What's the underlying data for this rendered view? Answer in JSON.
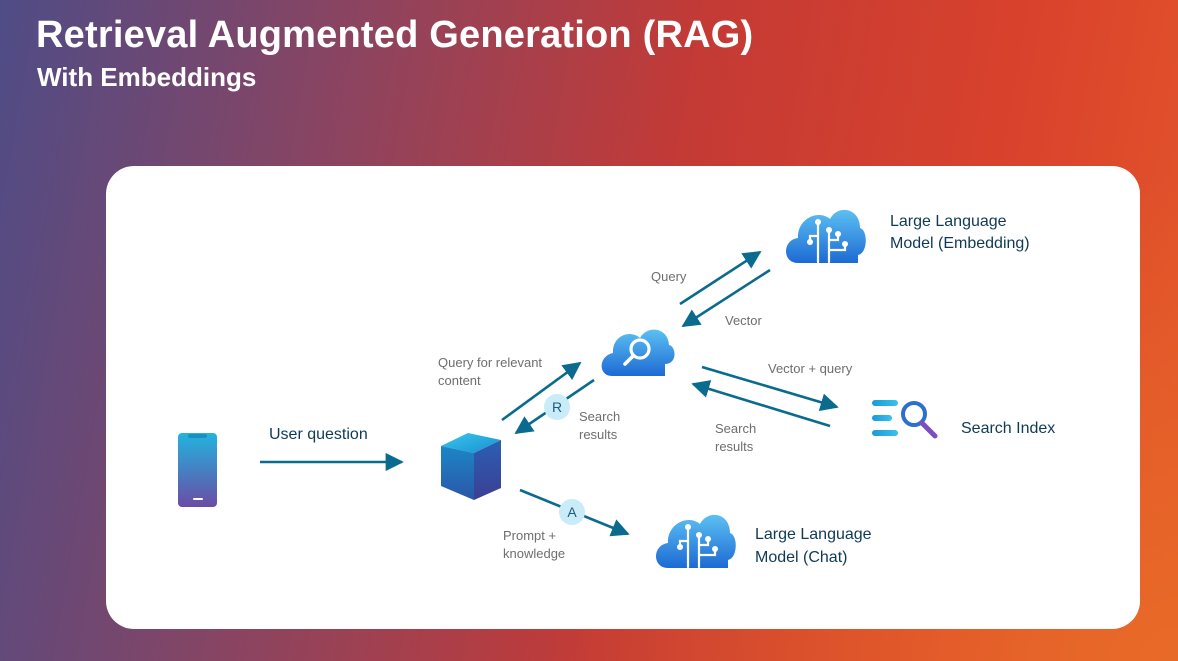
{
  "header": {
    "title": "Retrieval Augmented Generation (RAG)",
    "subtitle": "With Embeddings"
  },
  "diagram": {
    "nodes": {
      "user_device": {
        "icon": "smartphone-icon"
      },
      "orchestrator": {
        "icon": "cube-icon"
      },
      "search_service": {
        "icon": "cloud-search-icon"
      },
      "embedding_model": {
        "icon": "cloud-circuit-icon",
        "label_line1": "Large Language",
        "label_line2": "Model (Embedding)"
      },
      "search_index": {
        "icon": "search-index-icon",
        "label": "Search Index"
      },
      "chat_model": {
        "icon": "cloud-circuit-icon",
        "label_line1": "Large Language",
        "label_line2": "Model (Chat)"
      }
    },
    "edges": {
      "user_question": "User question",
      "query_relevant_line1": "Query for relevant",
      "query_relevant_line2": "content",
      "search_results_line1": "Search",
      "search_results_line2": "results",
      "query": "Query",
      "vector": "Vector",
      "vector_query": "Vector + query",
      "index_results_line1": "Search",
      "index_results_line2": "results",
      "prompt_line1": "Prompt +",
      "prompt_line2": "knowledge"
    },
    "badges": {
      "retrieve": "R",
      "augment": "A"
    },
    "colors": {
      "arrow": "#0b6b8e",
      "badge_fill": "#c9ecf8",
      "cloud_top": "#4fb3ec",
      "cloud_bottom": "#1f6fd6",
      "phone_top": "#25b0dc",
      "phone_bottom": "#6b4fa8"
    }
  }
}
